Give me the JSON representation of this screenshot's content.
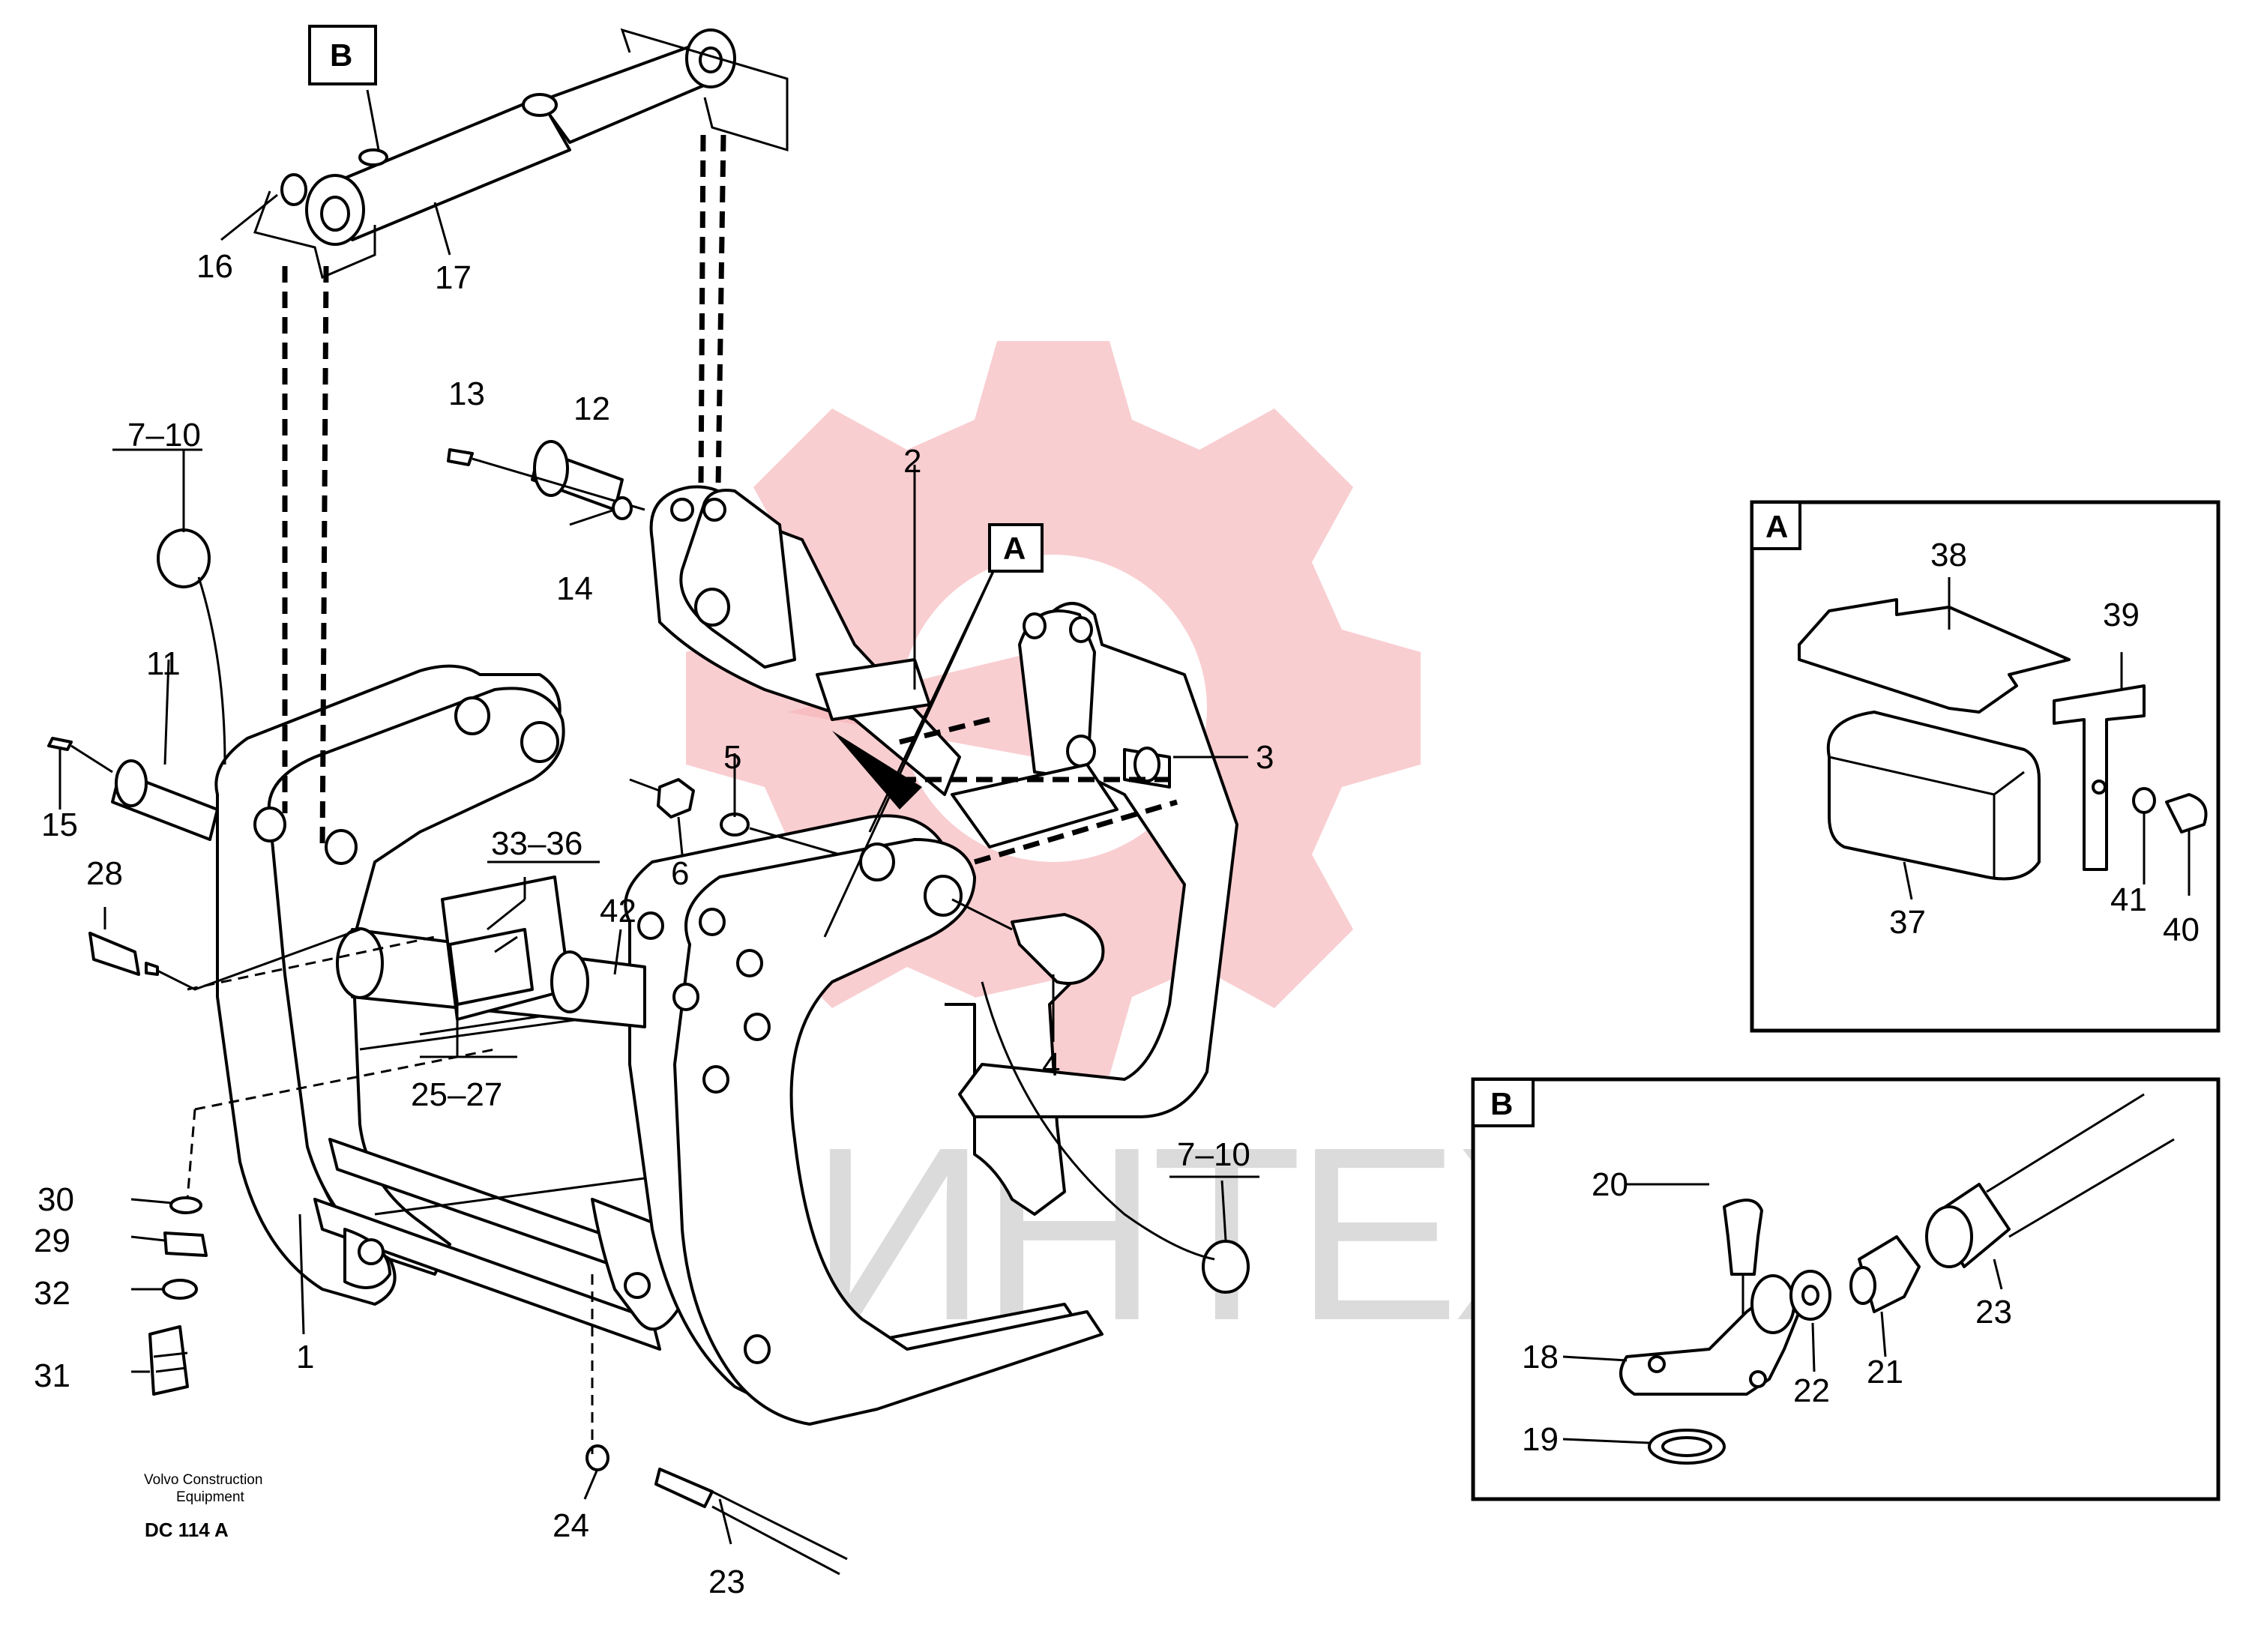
{
  "watermark": {
    "text": "ИНТЕХ",
    "gear_color": "#f6b3b8"
  },
  "callouts": {
    "b_top": "B",
    "a_main": "A",
    "p16": "16",
    "p17": "17",
    "p13": "13",
    "p12": "12",
    "p14": "14",
    "p2": "2",
    "p7_10_left": "7–10",
    "p7_10_right": "7–10",
    "p11": "11",
    "p15": "15",
    "p28": "28",
    "p33_36": "33–36",
    "p42": "42",
    "p25_27": "25–27",
    "p5": "5",
    "p6": "6",
    "p3": "3",
    "p4": "4",
    "p30": "30",
    "p29": "29",
    "p32": "32",
    "p31": "31",
    "p1": "1",
    "p24": "24",
    "p23": "23"
  },
  "detail_a": {
    "title": "A",
    "labels": {
      "p38": "38",
      "p39": "39",
      "p37": "37",
      "p41": "41",
      "p40": "40"
    }
  },
  "detail_b": {
    "title": "B",
    "labels": {
      "p20": "20",
      "p18": "18",
      "p19": "19",
      "p22": "22",
      "p21": "21",
      "p23": "23"
    }
  },
  "footer": {
    "line1": "Volvo Construction",
    "line2": "Equipment",
    "code": "DC 114 A"
  }
}
